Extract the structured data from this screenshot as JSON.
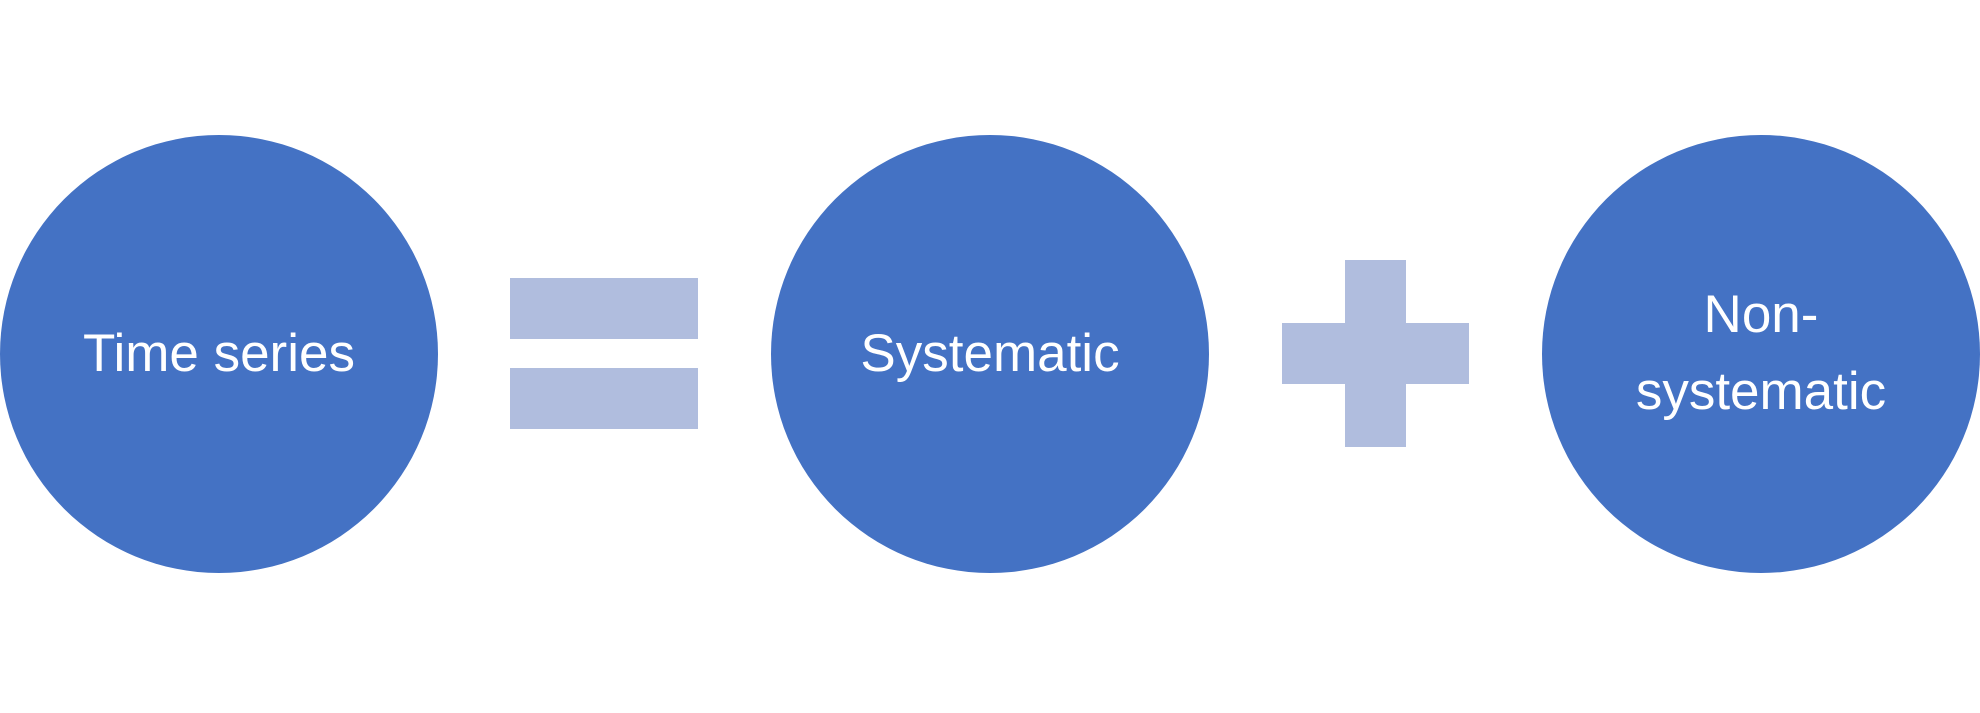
{
  "colors": {
    "circle_fill": "#4472C4",
    "operator_fill": "#B0BDDE",
    "text": "#FFFFFF"
  },
  "terms": [
    {
      "label": "Time series"
    },
    {
      "label": "Systematic"
    },
    {
      "label_lines": [
        "Non-",
        "systematic"
      ]
    }
  ],
  "operators": [
    "equals",
    "plus"
  ]
}
